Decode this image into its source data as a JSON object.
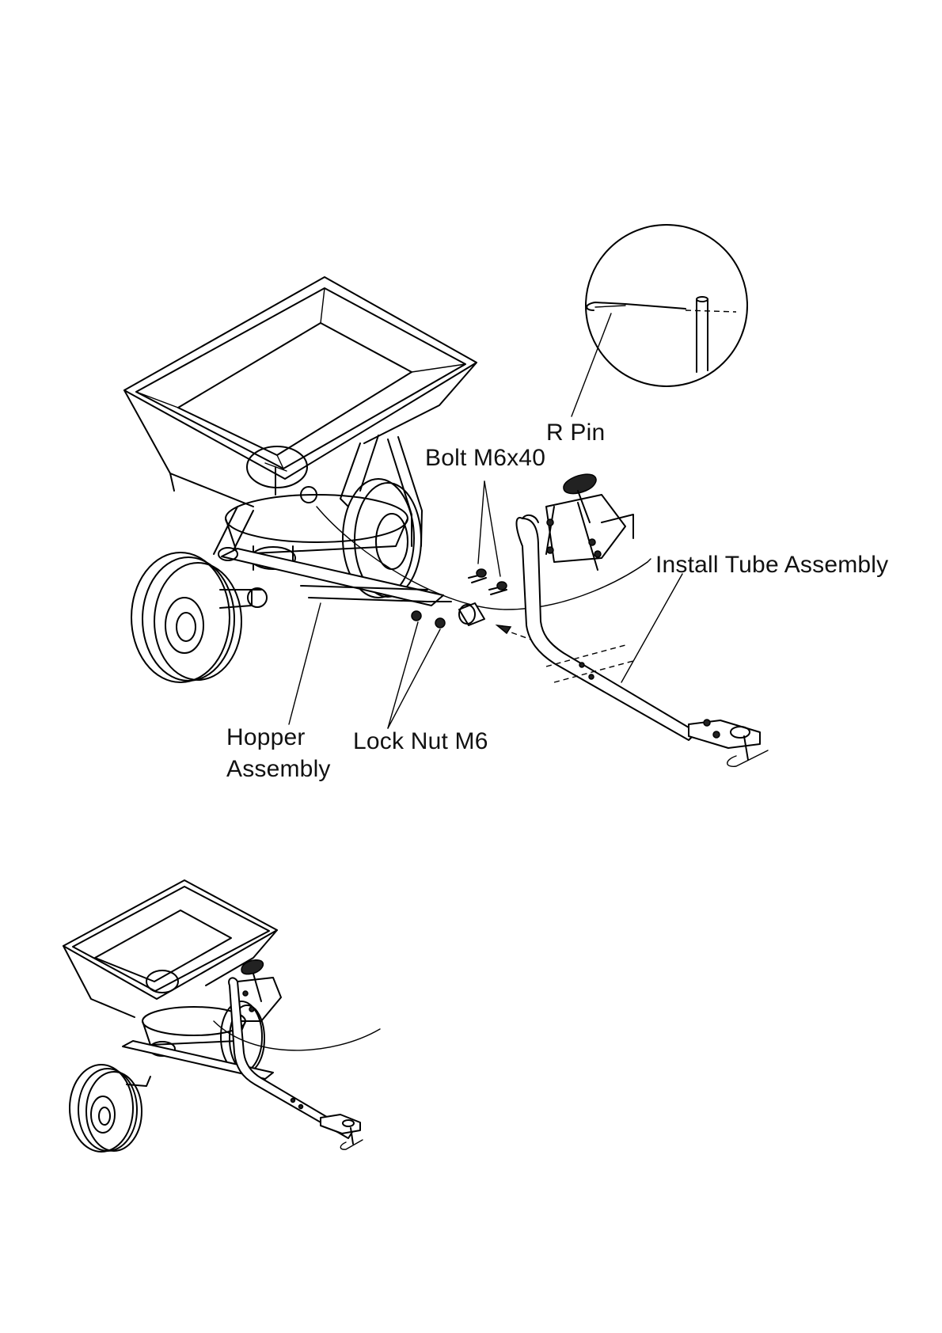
{
  "labels": {
    "r_pin": "R Pin",
    "bolt": "Bolt M6x40",
    "install_tube": "Install Tube Assembly",
    "hopper_line1": "Hopper",
    "hopper_line2": "Assembly",
    "lock_nut": "Lock Nut M6"
  },
  "colors": {
    "ink": "#000000",
    "paper": "#ffffff"
  }
}
